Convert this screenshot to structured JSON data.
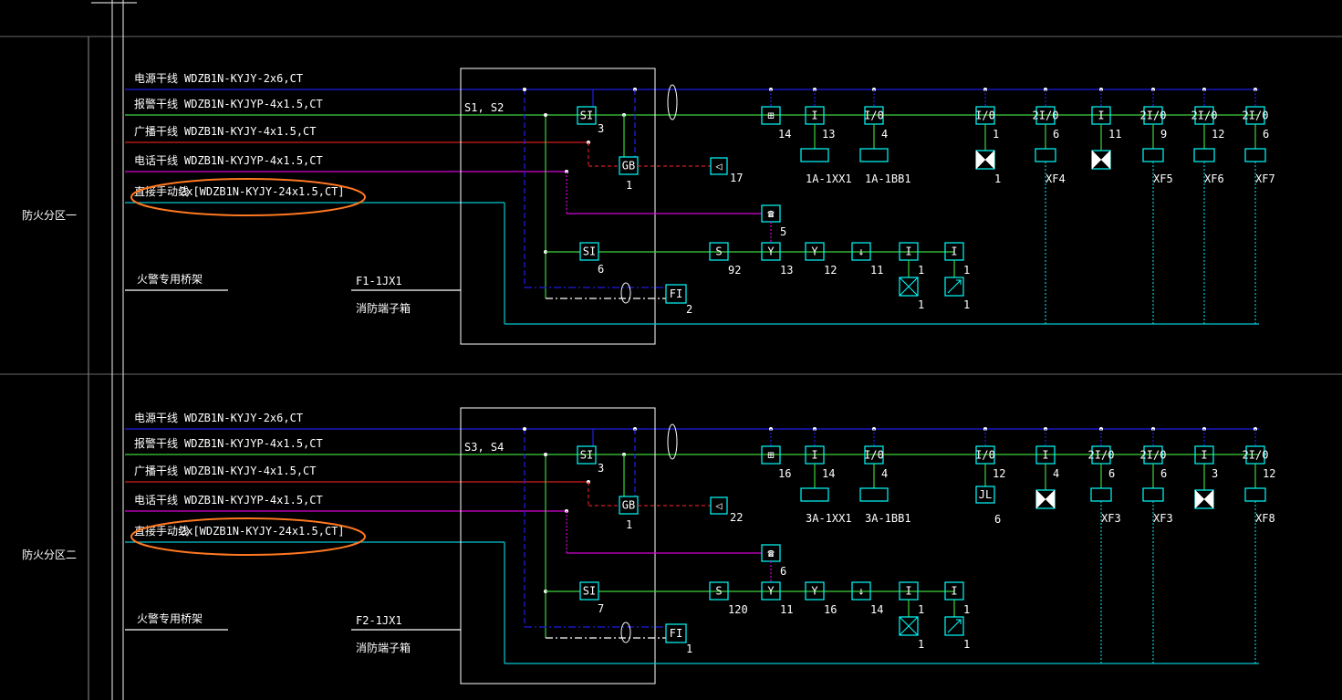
{
  "colors": {
    "background": "#000000",
    "power": "#1e1ee6",
    "alarm": "#3cd23c",
    "broadcast": "#d21e1e",
    "phone": "#d200d2",
    "direct": "#00c8d2",
    "frame": "#ffffff",
    "symbol": "#00ffff",
    "highlight": "#ff7820"
  },
  "zones": [
    {
      "zone_label": "防火分区一",
      "cables": [
        {
          "name": "电源干线",
          "spec": "WDZB1N-KYJY-2x6,CT"
        },
        {
          "name": "报警干线",
          "spec": "WDZB1N-KYJYP-4x1.5,CT"
        },
        {
          "name": "广播干线",
          "spec": "WDZB1N-KYJY-4x1.5,CT"
        },
        {
          "name": "电话干线",
          "spec": "WDZB1N-KYJYP-4x1.5,CT"
        },
        {
          "name": "直接手动线",
          "spec": "2x[WDZB1N-KYJY-24x1.5,CT]"
        }
      ],
      "bridge_label": "火警专用桥架",
      "loop_label": "S1, S2",
      "box_id": "F1-1JX1",
      "box_name": "消防端子箱",
      "si_top": {
        "text": "SI",
        "count": "3"
      },
      "gb": {
        "text": "GB",
        "count": "1"
      },
      "speaker_count": "17",
      "phone_count": "5",
      "si_bot": {
        "text": "SI",
        "count": "6"
      },
      "fi": {
        "text": "FI",
        "count": "2"
      },
      "top_devices": [
        {
          "sym": "⊞",
          "count": "14",
          "sub": "",
          "subbox": false
        },
        {
          "sym": "I",
          "count": "13",
          "sub": "1A-1XX1",
          "subbox": true
        },
        {
          "sym": "I/0",
          "count": "4",
          "sub": "1A-1BB1",
          "subbox": true
        },
        {
          "sym": "I/0",
          "count": "1",
          "sub": "1",
          "subbox": false,
          "valve": true
        },
        {
          "sym": "2I/0",
          "count": "6",
          "sub": "XF4",
          "subbox": true
        },
        {
          "sym": "I",
          "count": "11",
          "sub": "",
          "subbox": false,
          "valve": true
        },
        {
          "sym": "2I/0",
          "count": "9",
          "sub": "XF5",
          "subbox": true
        },
        {
          "sym": "2I/0",
          "count": "12",
          "sub": "XF6",
          "subbox": true
        },
        {
          "sym": "2I/0",
          "count": "6",
          "sub": "XF7",
          "subbox": true
        }
      ],
      "bot_devices": [
        {
          "sym": "S",
          "count": "92"
        },
        {
          "sym": "Y",
          "count": "13"
        },
        {
          "sym": "Y",
          "count": "12"
        },
        {
          "sym": "↓",
          "count": "11"
        },
        {
          "sym": "I",
          "count": "1",
          "sub": "1"
        },
        {
          "sym": "I",
          "count": "1",
          "sub": "1"
        }
      ]
    },
    {
      "zone_label": "防火分区二",
      "cables": [
        {
          "name": "电源干线",
          "spec": "WDZB1N-KYJY-2x6,CT"
        },
        {
          "name": "报警干线",
          "spec": "WDZB1N-KYJYP-4x1.5,CT"
        },
        {
          "name": "广播干线",
          "spec": "WDZB1N-KYJY-4x1.5,CT"
        },
        {
          "name": "电话干线",
          "spec": "WDZB1N-KYJYP-4x1.5,CT"
        },
        {
          "name": "直接手动线",
          "spec": "2x[WDZB1N-KYJY-24x1.5,CT]"
        }
      ],
      "bridge_label": "火警专用桥架",
      "loop_label": "S3, S4",
      "box_id": "F2-1JX1",
      "box_name": "消防端子箱",
      "si_top": {
        "text": "SI",
        "count": "3"
      },
      "gb": {
        "text": "GB",
        "count": "1"
      },
      "speaker_count": "22",
      "phone_count": "6",
      "si_bot": {
        "text": "SI",
        "count": "7"
      },
      "fi": {
        "text": "FI",
        "count": "1"
      },
      "top_devices": [
        {
          "sym": "⊞",
          "count": "16",
          "sub": "",
          "subbox": false
        },
        {
          "sym": "I",
          "count": "14",
          "sub": "3A-1XX1",
          "subbox": true
        },
        {
          "sym": "I/0",
          "count": "4",
          "sub": "3A-1BB1",
          "subbox": true
        },
        {
          "sym": "I/0",
          "count": "12",
          "sub": "6",
          "subbox": true,
          "jl": "JL"
        },
        {
          "sym": "I",
          "count": "4",
          "sub": "",
          "subbox": false,
          "valve": true
        },
        {
          "sym": "2I/0",
          "count": "6",
          "sub": "XF3",
          "subbox": true
        },
        {
          "sym": "2I/0",
          "count": "6",
          "sub": "XF3",
          "subbox": true
        },
        {
          "sym": "I",
          "count": "3",
          "sub": "",
          "subbox": false,
          "valve": true
        },
        {
          "sym": "2I/0",
          "count": "12",
          "sub": "XF8",
          "subbox": true
        }
      ],
      "bot_devices": [
        {
          "sym": "S",
          "count": "120"
        },
        {
          "sym": "Y",
          "count": "11"
        },
        {
          "sym": "Y",
          "count": "16"
        },
        {
          "sym": "↓",
          "count": "14"
        },
        {
          "sym": "I",
          "count": "1",
          "sub": "1"
        },
        {
          "sym": "I",
          "count": "1",
          "sub": "1"
        }
      ]
    }
  ]
}
